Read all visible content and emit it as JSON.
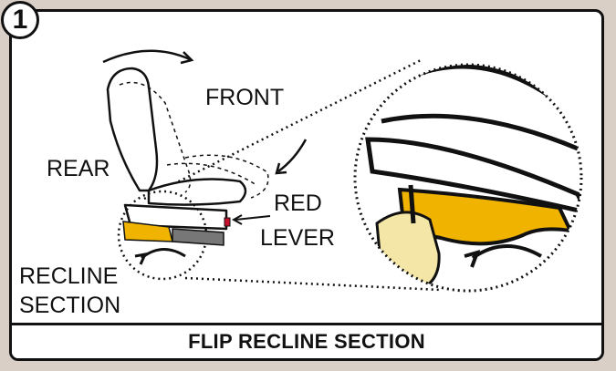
{
  "step": {
    "number": "1"
  },
  "labels": {
    "front": "FRONT",
    "rear": "REAR",
    "red_lever_line1": "RED",
    "red_lever_line2": "LEVER",
    "recline_line1": "RECLINE",
    "recline_line2": "SECTION"
  },
  "caption": "FLIP RECLINE SECTION",
  "colors": {
    "background": "#d9cfc6",
    "recline_section_fill": "#f0b400",
    "hand_fill": "#f3e6a6",
    "lever_red": "#c8102e",
    "line": "#111111"
  }
}
